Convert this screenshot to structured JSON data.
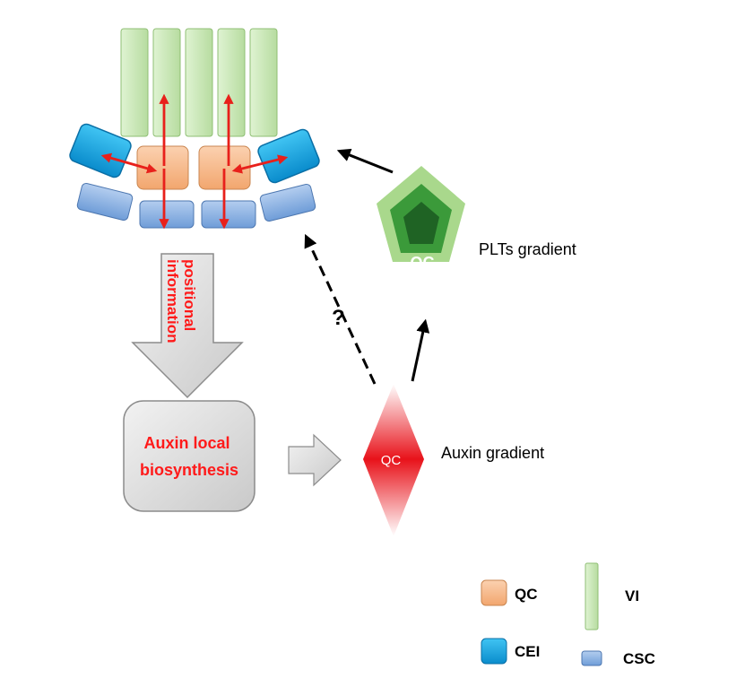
{
  "arrow_text": "positional\ninformation",
  "box_text": [
    "Auxin local",
    "biosynthesis"
  ],
  "plts_center_label": "QC",
  "plts_label": "PLTs gradient",
  "auxin_center_label": "QC",
  "auxin_label": "Auxin gradient",
  "question_mark": "?",
  "legend": {
    "qc": "QC",
    "cei": "CEI",
    "vi": "VI",
    "csc": "CSC"
  },
  "colors": {
    "vi_fill": "#c8e6b4",
    "qc_fill": "#f6b98a",
    "cei_fill": "#1ba7e0",
    "csc_fill": "#8eb4e3",
    "red_arrow": "#e8201b",
    "pentagon_outer": "#a9d88c",
    "pentagon_mid": "#2f8a2f",
    "pentagon_inner": "#1e5e22",
    "auxin_red": "#e8121a",
    "red_text": "#ff1a1a"
  }
}
